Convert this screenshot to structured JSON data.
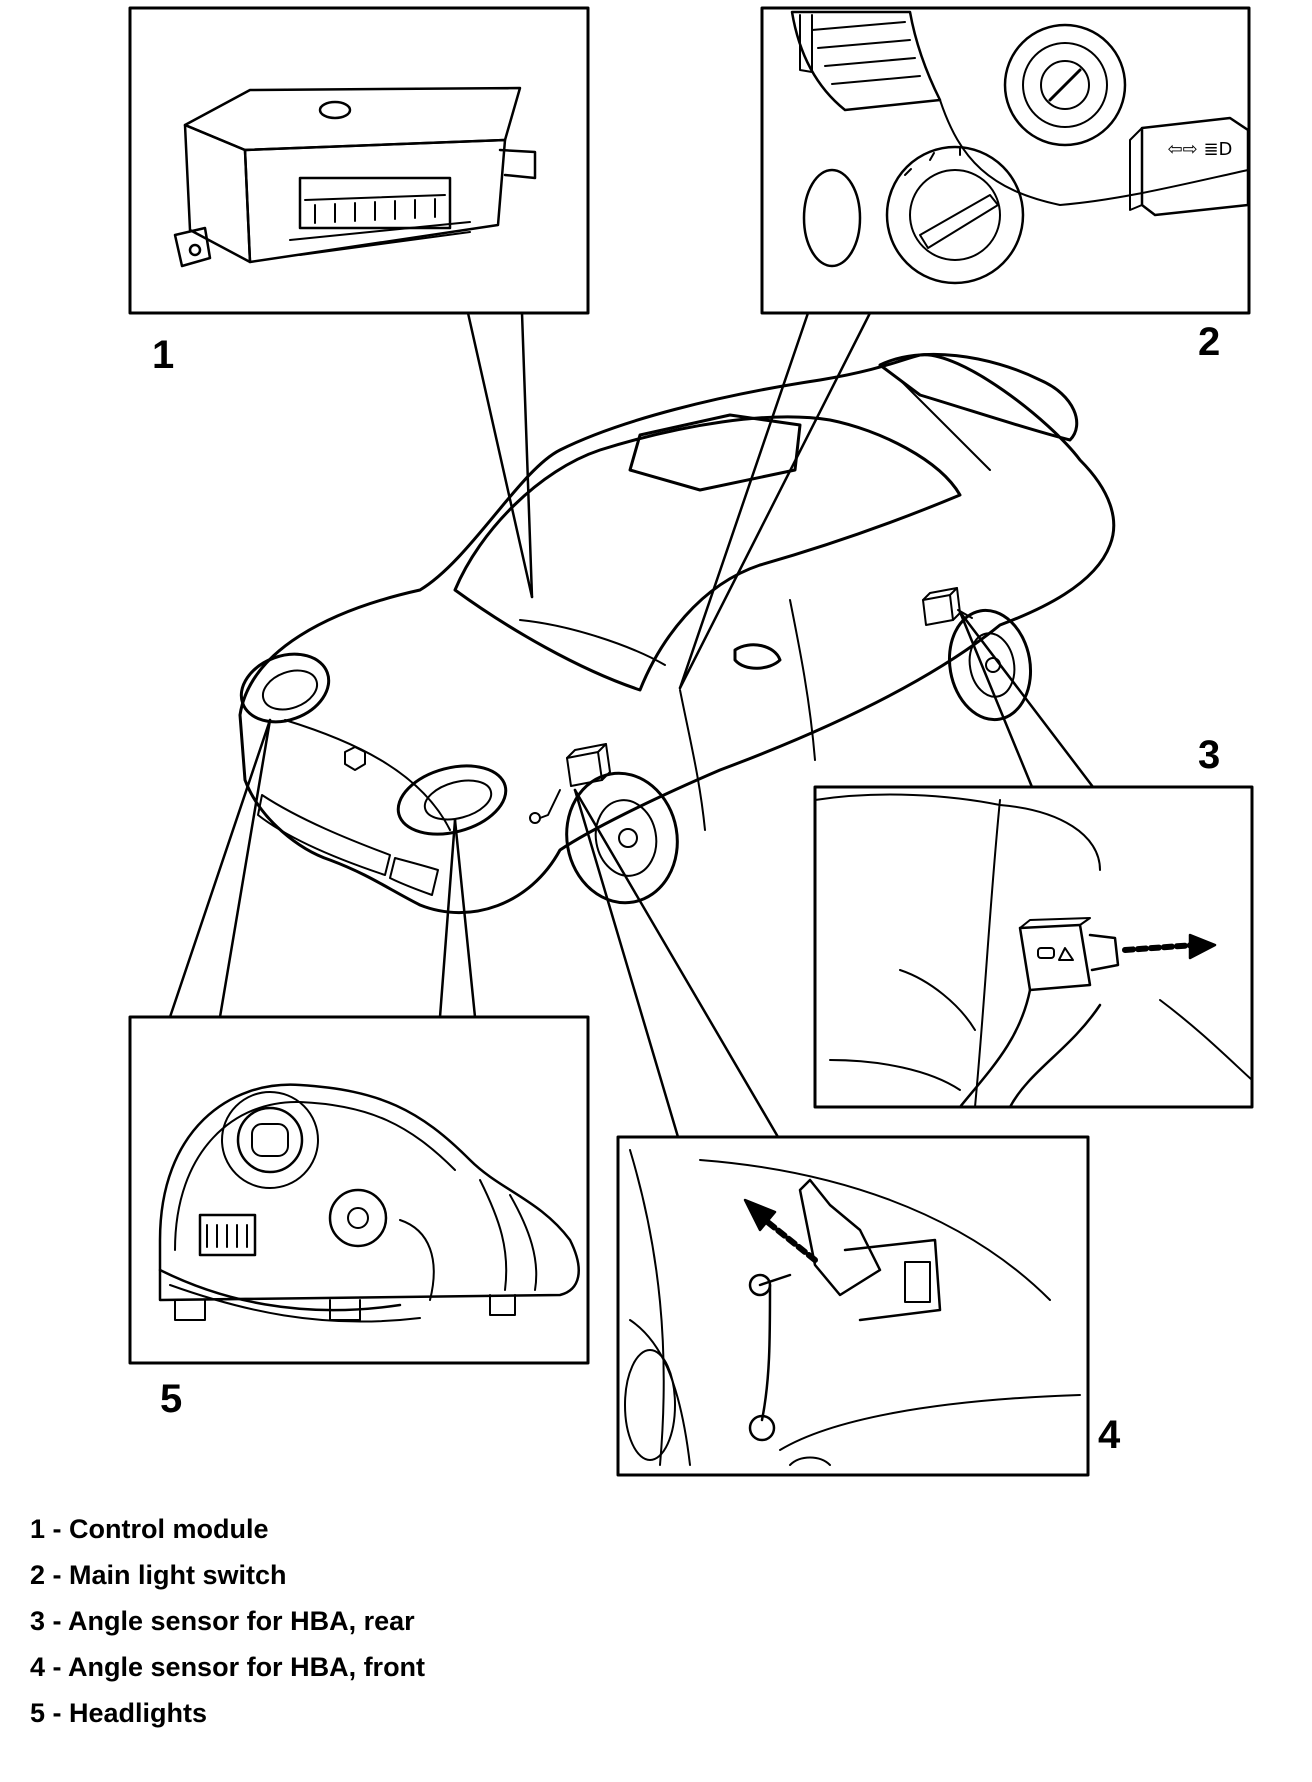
{
  "callouts": {
    "c1": "1",
    "c2": "2",
    "c3": "3",
    "c4": "4",
    "c5": "5"
  },
  "legend": [
    {
      "num": "1",
      "sep": " - ",
      "label": "Control module"
    },
    {
      "num": "2",
      "sep": " - ",
      "label": "Main light switch"
    },
    {
      "num": "3",
      "sep": " - ",
      "label": "Angle sensor for HBA, rear"
    },
    {
      "num": "4",
      "sep": " - ",
      "label": "Angle sensor for HBA, front"
    },
    {
      "num": "5",
      "sep": " - ",
      "label": "Headlights"
    }
  ],
  "switch_icon_text": "⇦⇨ ≣D"
}
